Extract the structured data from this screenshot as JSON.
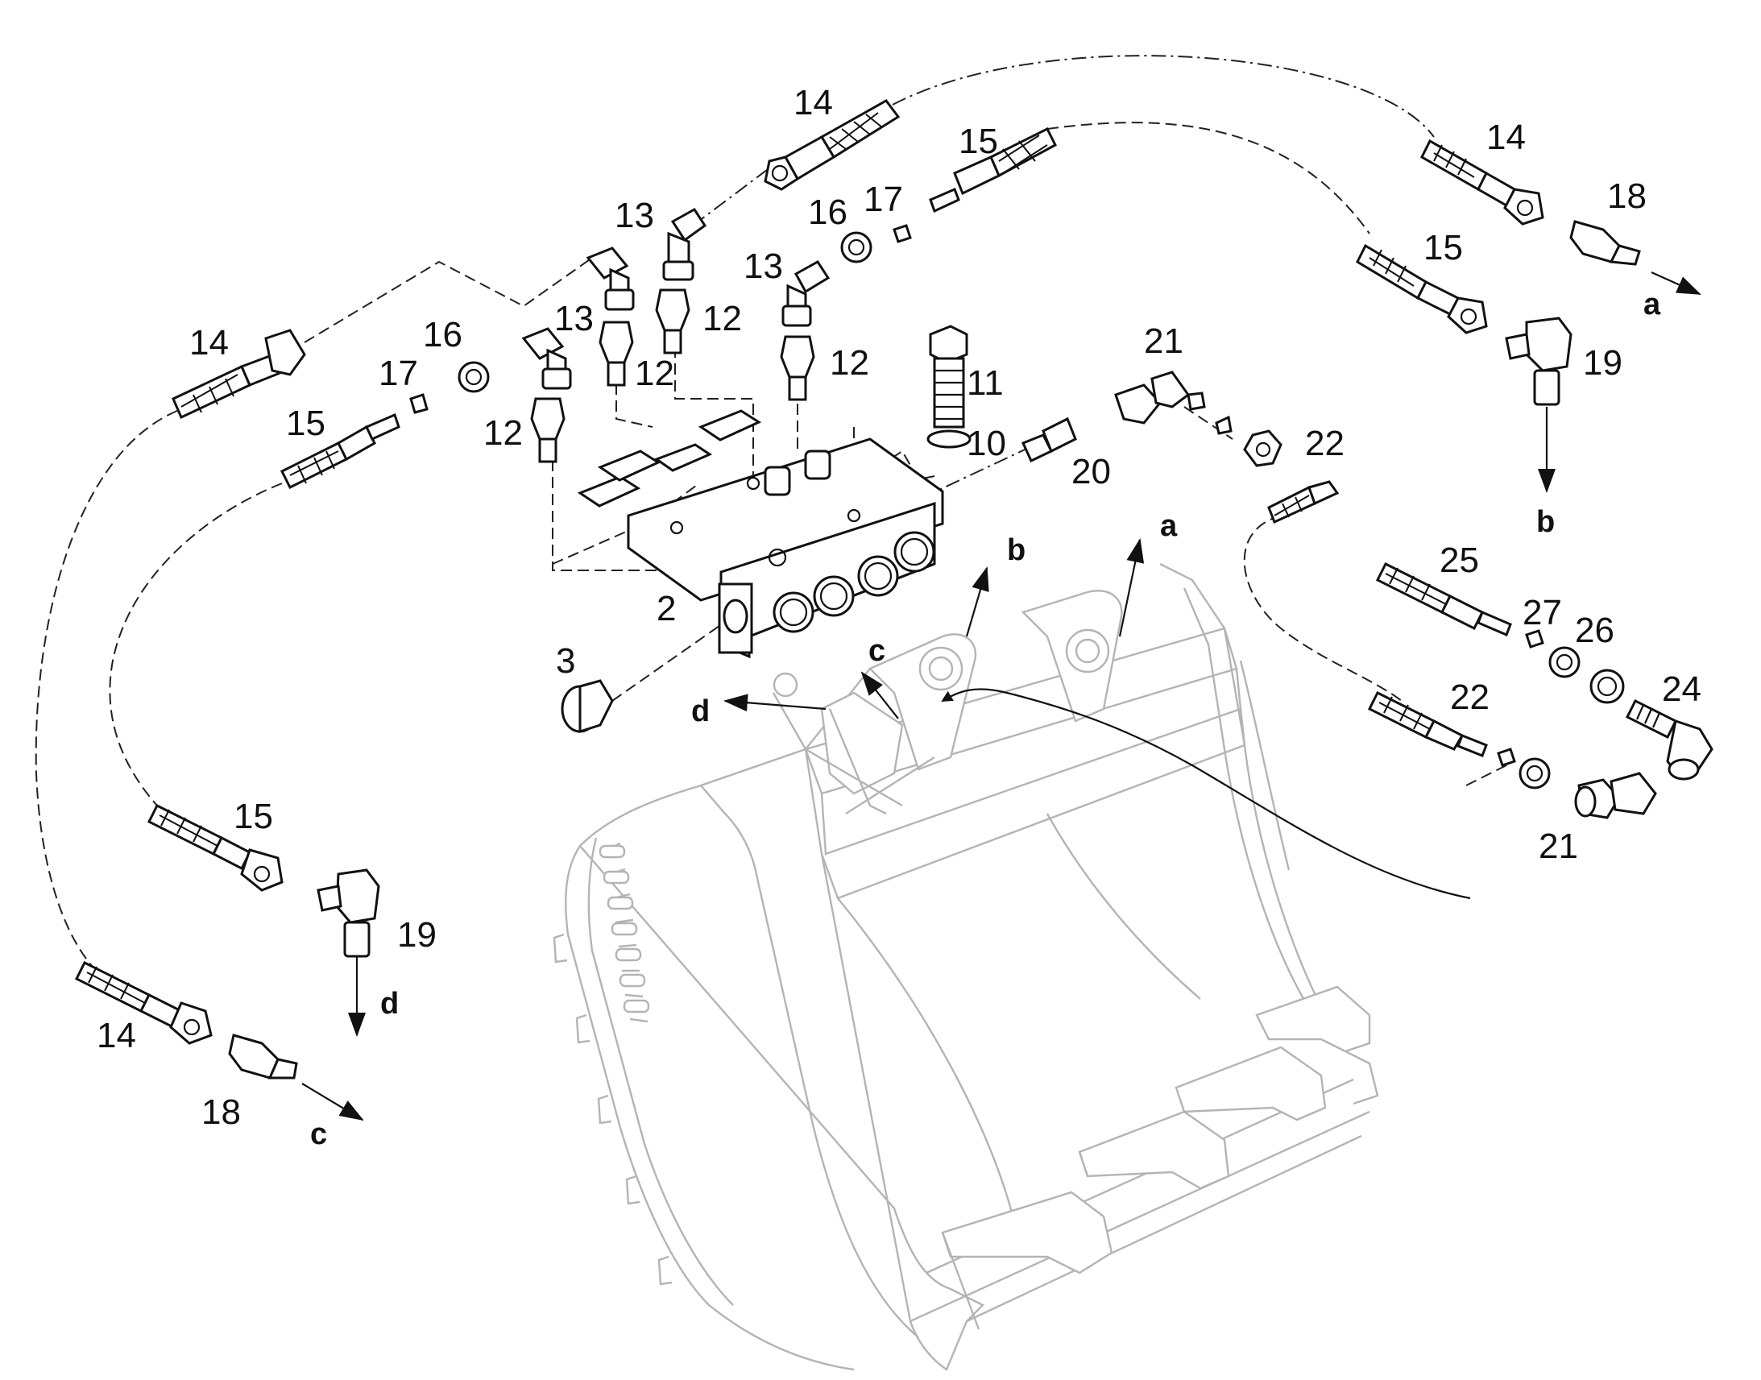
{
  "callouts": [
    {
      "id": "c14a",
      "text": "14"
    },
    {
      "id": "c15a",
      "text": "15"
    },
    {
      "id": "c13a",
      "text": "13"
    },
    {
      "id": "c16a",
      "text": "16"
    },
    {
      "id": "c17a",
      "text": "17"
    },
    {
      "id": "c13b",
      "text": "13"
    },
    {
      "id": "c12a",
      "text": "12"
    },
    {
      "id": "c12b",
      "text": "12"
    },
    {
      "id": "c12c",
      "text": "12"
    },
    {
      "id": "c14b",
      "text": "14"
    },
    {
      "id": "c14c",
      "text": "14"
    },
    {
      "id": "c18a",
      "text": "18"
    },
    {
      "id": "c15b",
      "text": "15"
    },
    {
      "id": "c19a",
      "text": "19"
    },
    {
      "id": "c13c",
      "text": "13"
    },
    {
      "id": "c16b",
      "text": "16"
    },
    {
      "id": "c17b",
      "text": "17"
    },
    {
      "id": "c12d",
      "text": "12"
    },
    {
      "id": "c15c",
      "text": "15"
    },
    {
      "id": "c11",
      "text": "11"
    },
    {
      "id": "c10",
      "text": "10"
    },
    {
      "id": "c21a",
      "text": "21"
    },
    {
      "id": "c20",
      "text": "20"
    },
    {
      "id": "c22a",
      "text": "22"
    },
    {
      "id": "c2",
      "text": "2"
    },
    {
      "id": "c3",
      "text": "3"
    },
    {
      "id": "c25",
      "text": "25"
    },
    {
      "id": "c27",
      "text": "27"
    },
    {
      "id": "c26",
      "text": "26"
    },
    {
      "id": "c24",
      "text": "24"
    },
    {
      "id": "c22b",
      "text": "22"
    },
    {
      "id": "c21b",
      "text": "21"
    },
    {
      "id": "c15d",
      "text": "15"
    },
    {
      "id": "c19b",
      "text": "19"
    },
    {
      "id": "c14d",
      "text": "14"
    },
    {
      "id": "c18b",
      "text": "18"
    }
  ],
  "arrow_letters": [
    {
      "id": "a1",
      "text": "a"
    },
    {
      "id": "b1",
      "text": "b"
    },
    {
      "id": "b2",
      "text": "b"
    },
    {
      "id": "a2",
      "text": "a"
    },
    {
      "id": "c1",
      "text": "c"
    },
    {
      "id": "d1",
      "text": "d"
    },
    {
      "id": "d2",
      "text": "d"
    },
    {
      "id": "c2",
      "text": "c"
    }
  ]
}
